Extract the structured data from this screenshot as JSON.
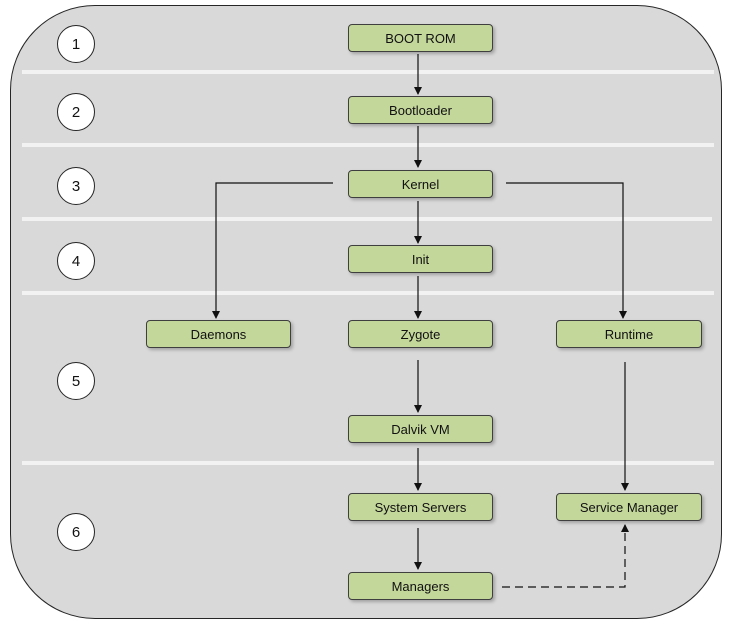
{
  "stages": [
    "1",
    "2",
    "3",
    "4",
    "5",
    "6"
  ],
  "nodes": {
    "boot_rom": "BOOT ROM",
    "bootloader": "Bootloader",
    "kernel": "Kernel",
    "init": "Init",
    "daemons": "Daemons",
    "zygote": "Zygote",
    "runtime": "Runtime",
    "dalvik_vm": "Dalvik VM",
    "system_servers": "System Servers",
    "service_manager": "Service Manager",
    "managers": "Managers"
  },
  "colors": {
    "frame": "#d9d9d9",
    "node_fill": "#c4d79b",
    "separator": "#f2f2f2",
    "stroke": "#262626"
  }
}
